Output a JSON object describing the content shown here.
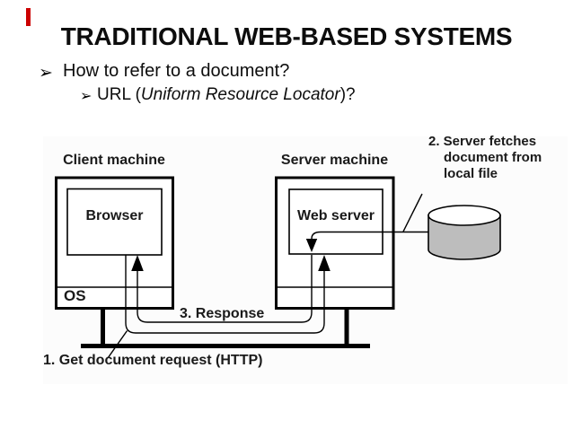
{
  "slide": {
    "title": "TRADITIONAL WEB-BASED SYSTEMS",
    "bullet1": {
      "marker": "➢",
      "text": "How to refer to a document?"
    },
    "bullet2": {
      "marker": "➢",
      "prefix": "URL (",
      "italic": "Uniform Resource Locator",
      "suffix": ")?"
    }
  },
  "diagram": {
    "client_machine_label": "Client machine",
    "server_machine_label": "Server machine",
    "browser_label": "Browser",
    "web_server_label": "Web server",
    "os_label": "OS",
    "step1_label": "1. Get document request (HTTP)",
    "step2_lines": [
      "2. Server fetches",
      "document from",
      "local file"
    ],
    "step3_label": "3. Response",
    "colors": {
      "line": "#000000",
      "box_fill": "#ffffff",
      "disk_body": "#bdbdbd",
      "disk_top": "#ffffff",
      "accent": "#cc0000"
    }
  }
}
